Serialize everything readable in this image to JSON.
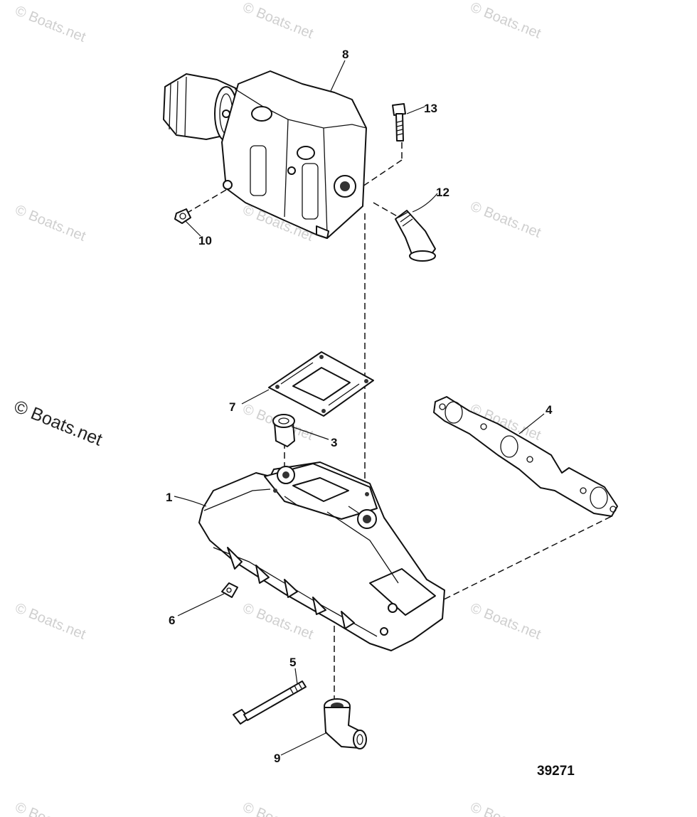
{
  "diagram": {
    "figure_number": "39271",
    "callouts": [
      "1",
      "3",
      "4",
      "5",
      "6",
      "7",
      "8",
      "9",
      "10",
      "12",
      "13"
    ]
  },
  "watermark": {
    "text": "© Boats.net"
  }
}
